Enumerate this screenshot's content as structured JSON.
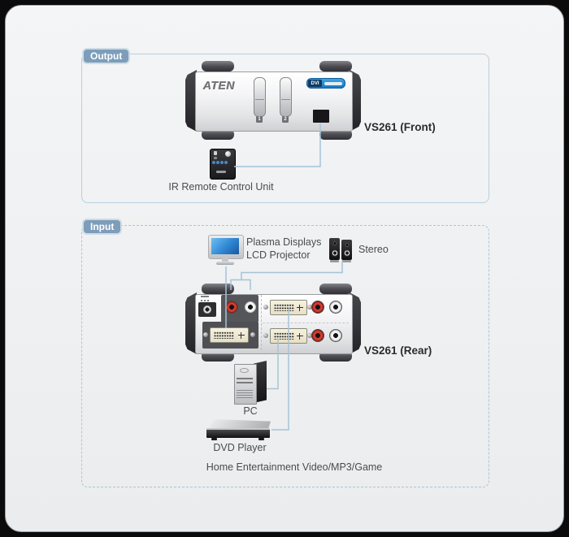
{
  "colors": {
    "frame_bg": "#0b0b0c",
    "panel_bg": "#f1f2f3",
    "section_border": "#b9cfe0",
    "badge_bg": "#7d9dba",
    "wire_line": "#a6c3d7",
    "dvi_badge_blue": "#1373bd",
    "rca_red": "#d23a2e",
    "label_text": "#4c4c50"
  },
  "output_section": {
    "badge": "Output",
    "device": {
      "brand": "ATEN",
      "dvi_badge": "DVI",
      "button_labels": [
        "1",
        "2"
      ],
      "name_label": "VS261 (Front)"
    },
    "remote_label": "IR Remote Control Unit"
  },
  "input_section": {
    "badge": "Input",
    "display_label": {
      "line1": "Plasma Displays",
      "line2": "LCD Projector"
    },
    "stereo_label": "Stereo",
    "device": {
      "name_label": "VS261 (Rear)"
    },
    "pc_label": "PC",
    "dvd_label": "DVD Player",
    "caption": "Home Entertainment Video/MP3/Game"
  }
}
